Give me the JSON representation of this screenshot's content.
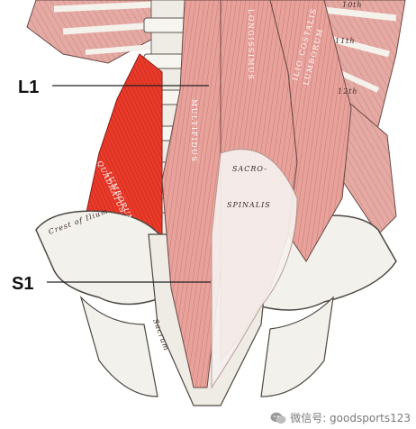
{
  "labels": {
    "l1": "L1",
    "s1": "S1"
  },
  "anatomy": {
    "quadratus": "QUADRATUS",
    "lumborum": "LUMBORUM",
    "crest": "Crest of Ilium",
    "multifidus": "MULTIFIDUS",
    "longissimus": "LONGISSIMUS",
    "iliocostalis": "ILIO-COSTALIS",
    "lumborum2": "LUMBORUM",
    "sacro": "SACRO-",
    "spinalis": "SPINALIS",
    "sacrum": "Sacrum",
    "rib11": "11th",
    "rib12": "12th",
    "rib10": "10th"
  },
  "watermark": {
    "text": "微信号: goodsports123",
    "icon": "wechat-icon"
  },
  "colors": {
    "muscle_pink": "#e9a6a0",
    "muscle_red": "#e8392b",
    "bone": "#f3f1ec",
    "line": "#222222"
  }
}
